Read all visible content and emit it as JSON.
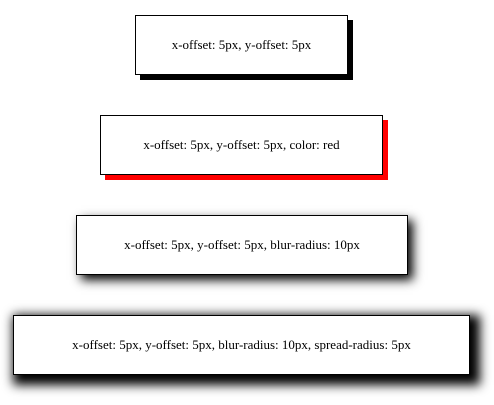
{
  "boxes": [
    {
      "label": "x-offset: 5px, y-offset: 5px",
      "shadow_color": "#000000"
    },
    {
      "label": "x-offset: 5px, y-offset: 5px, color: red",
      "shadow_color": "#ff0000"
    },
    {
      "label": "x-offset: 5px, y-offset: 5px, blur-radius: 10px",
      "shadow_color": "#000000"
    },
    {
      "label": "x-offset: 5px, y-offset: 5px, blur-radius: 10px, spread-radius: 5px",
      "shadow_color": "#000000"
    }
  ]
}
